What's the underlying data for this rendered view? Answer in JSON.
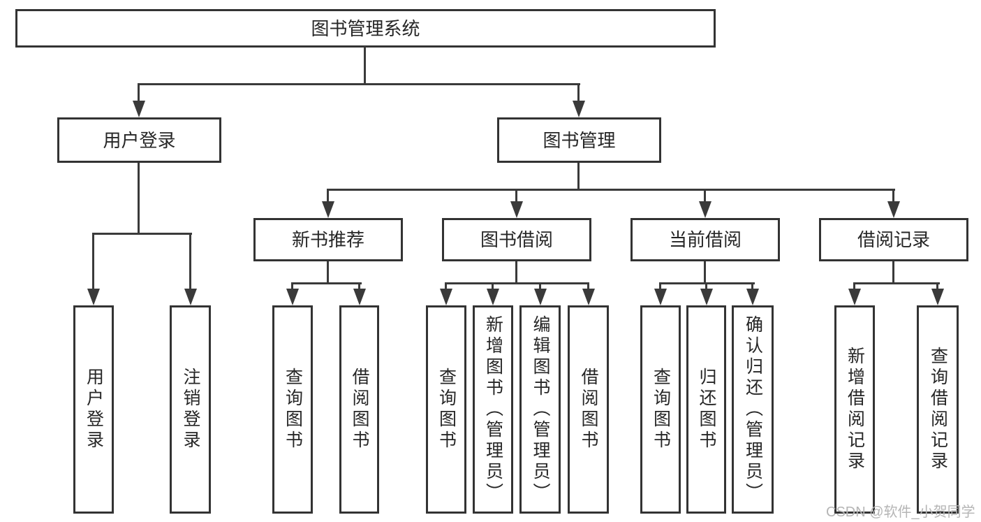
{
  "diagram_type": "hierarchy-tree",
  "colors": {
    "background": "#ffffff",
    "box_border": "#333333",
    "connector_line": "#3a3a3a",
    "text": "#262626",
    "watermark": "#b5b5b5"
  },
  "tree": {
    "root": "图书管理系统",
    "children": [
      {
        "label": "用户登录",
        "children": [
          {
            "label": "用户登录"
          },
          {
            "label": "注销登录"
          }
        ]
      },
      {
        "label": "图书管理",
        "children": [
          {
            "label": "新书推荐",
            "children": [
              {
                "label": "查询图书"
              },
              {
                "label": "借阅图书"
              }
            ]
          },
          {
            "label": "图书借阅",
            "children": [
              {
                "label": "查询图书"
              },
              {
                "label": "新增图书（管理员）"
              },
              {
                "label": "编辑图书（管理员）"
              },
              {
                "label": "借阅图书"
              }
            ]
          },
          {
            "label": "当前借阅",
            "children": [
              {
                "label": "查询图书"
              },
              {
                "label": "归还图书"
              },
              {
                "label": "确认归还（管理员）"
              }
            ]
          },
          {
            "label": "借阅记录",
            "children": [
              {
                "label": "新增借阅记录"
              },
              {
                "label": "查询借阅记录"
              }
            ]
          }
        ]
      }
    ]
  },
  "watermark": {
    "text": "CSDN @软件_小贺同学"
  }
}
